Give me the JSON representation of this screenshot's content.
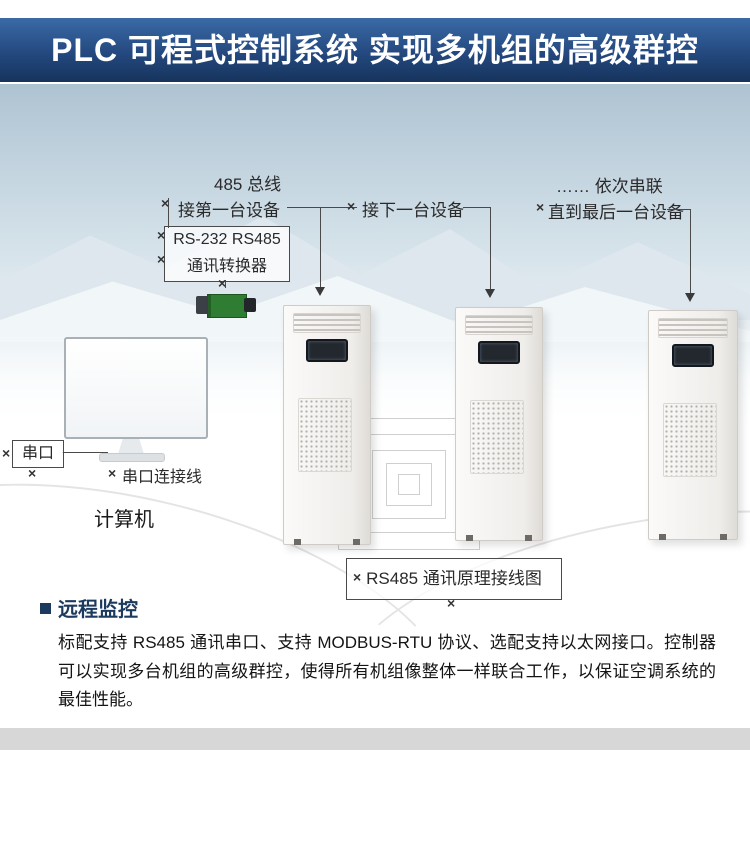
{
  "banner": {
    "title": "PLC 可程式控制系统  实现多机组的高级群控"
  },
  "diagram": {
    "bus_label": "485 总线",
    "first_device_label": "接第一台设备",
    "converter_label_line1": "RS-232 RS485",
    "converter_label_line2": "通讯转换器",
    "next_device_label": "接下一台设备",
    "chain_label_line1": "…… 依次串联",
    "chain_label_line2": "直到最后一台设备",
    "serial_port_label": "串口",
    "serial_cable_label": "串口连接线",
    "computer_label": "计算机",
    "wiring_diagram_label": "RS485 通讯原理接线图",
    "x_mark": "×"
  },
  "section": {
    "heading": "远程监控",
    "body": "标配支持 RS485 通讯串口、支持 MODBUS-RTU 协议、选配支持以太网接口。控制器可以实现多台机组的高级群控，使得所有机组像整体一样联合工作，以保证空调系统的最佳性能。"
  }
}
